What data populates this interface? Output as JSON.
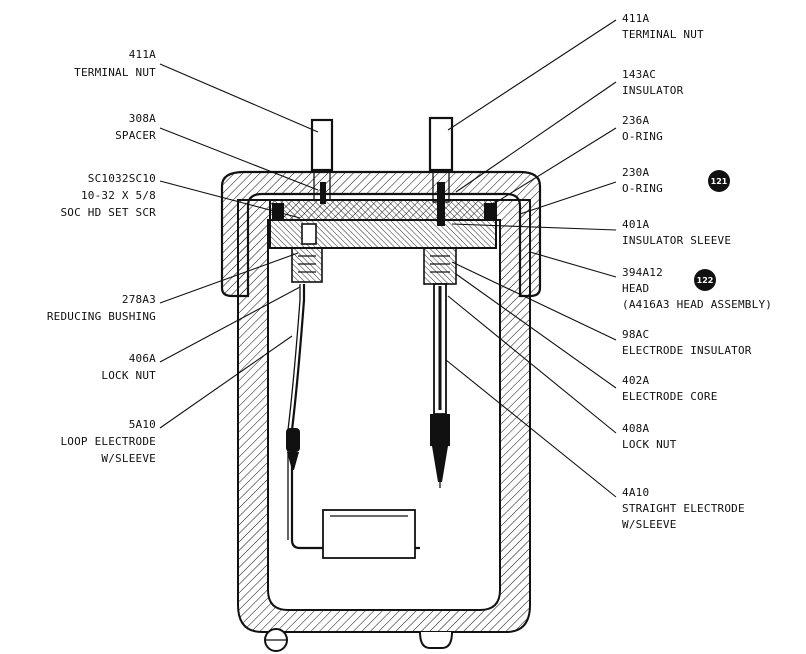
{
  "callouts": {
    "left": [
      {
        "part": "411A",
        "desc": [
          "TERMINAL NUT"
        ]
      },
      {
        "part": "308A",
        "desc": [
          "SPACER"
        ]
      },
      {
        "part": "SC1032SC10",
        "desc": [
          "10-32 X 5/8",
          "SOC HD SET SCR"
        ]
      },
      {
        "part": "278A3",
        "desc": [
          "REDUCING BUSHING"
        ]
      },
      {
        "part": "406A",
        "desc": [
          "LOCK NUT"
        ]
      },
      {
        "part": "5A10",
        "desc": [
          "LOOP ELECTRODE",
          "W/SLEEVE"
        ]
      }
    ],
    "right": [
      {
        "part": "411A",
        "desc": [
          "TERMINAL NUT"
        ]
      },
      {
        "part": "143AC",
        "desc": [
          "INSULATOR"
        ]
      },
      {
        "part": "236A",
        "desc": [
          "O-RING"
        ]
      },
      {
        "part": "230A",
        "desc": [
          "O-RING"
        ],
        "badge": "121"
      },
      {
        "part": "401A",
        "desc": [
          "INSULATOR SLEEVE"
        ]
      },
      {
        "part": "394A12",
        "desc": [
          "HEAD",
          "(A416A3 HEAD ASSEMBLY)"
        ],
        "badge": "122"
      },
      {
        "part": "98AC",
        "desc": [
          "ELECTRODE INSULATOR"
        ]
      },
      {
        "part": "402A",
        "desc": [
          "ELECTRODE CORE"
        ]
      },
      {
        "part": "408A",
        "desc": [
          "LOCK NUT"
        ]
      },
      {
        "part": "4A10",
        "desc": [
          "STRAIGHT ELECTRODE",
          "W/SLEEVE"
        ]
      }
    ]
  }
}
